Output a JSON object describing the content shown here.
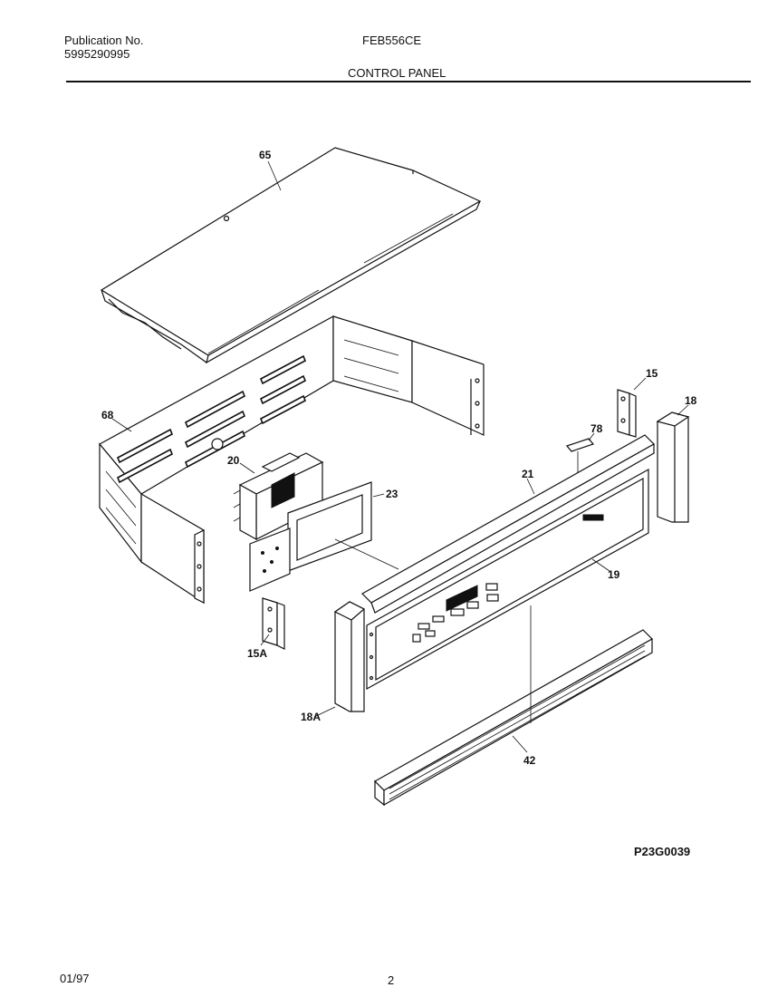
{
  "header": {
    "publication_label": "Publication No.",
    "publication_number": "5995290995",
    "model": "FEB556CE",
    "section_title": "CONTROL PANEL"
  },
  "diagram": {
    "figure_id": "P23G0039",
    "callouts": [
      "65",
      "68",
      "20",
      "23",
      "15A",
      "15",
      "18",
      "78",
      "21",
      "19",
      "18A",
      "42"
    ]
  },
  "footer": {
    "date": "01/97",
    "page_number": "2"
  }
}
